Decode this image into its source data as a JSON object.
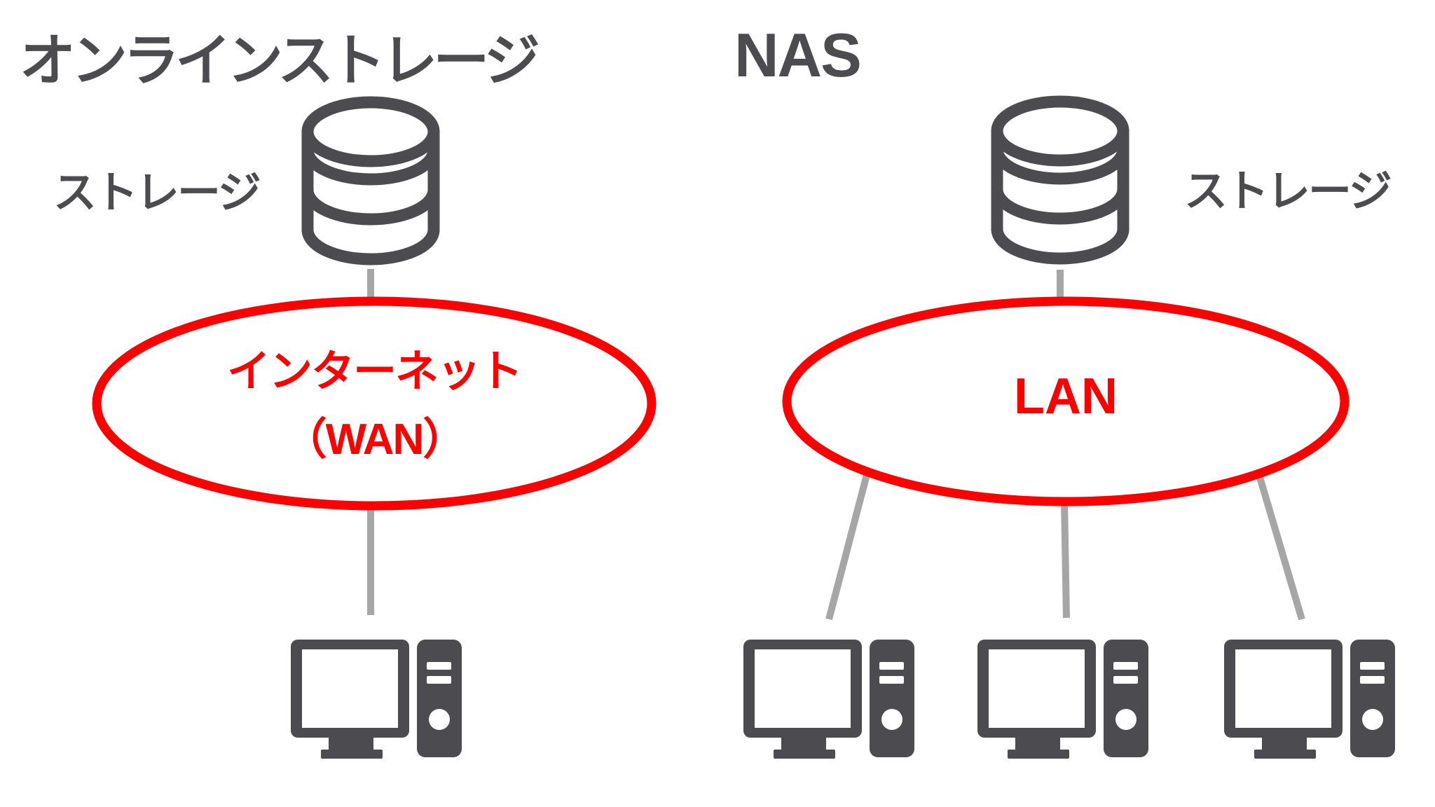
{
  "colors": {
    "dark_gray": "#4c4c50",
    "connector_gray": "#a6a6a6",
    "highlight_red": "#ff0000",
    "background": "#ffffff"
  },
  "left_diagram": {
    "title": "オンラインストレージ",
    "storage_label": "ストレージ",
    "network": {
      "line1": "インターネット",
      "line2": "（WAN）"
    },
    "computer_count": "1"
  },
  "right_diagram": {
    "title": "NAS",
    "storage_label": "ストレージ",
    "network": {
      "label": "LAN"
    },
    "computer_count": "3"
  }
}
